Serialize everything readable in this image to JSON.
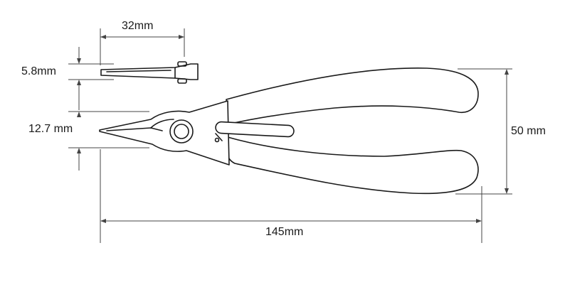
{
  "diagram": {
    "subject": "pliers-technical-drawing",
    "dimensions": {
      "jaw_length": "32mm",
      "jaw_thickness": "5.8mm",
      "jaw_opening": "12.7 mm",
      "overall_height": "50 mm",
      "overall_length": "145mm"
    },
    "colors": {
      "line": "#1a1a1a",
      "dimension_line": "#444444",
      "fill": "#ffffff"
    }
  }
}
